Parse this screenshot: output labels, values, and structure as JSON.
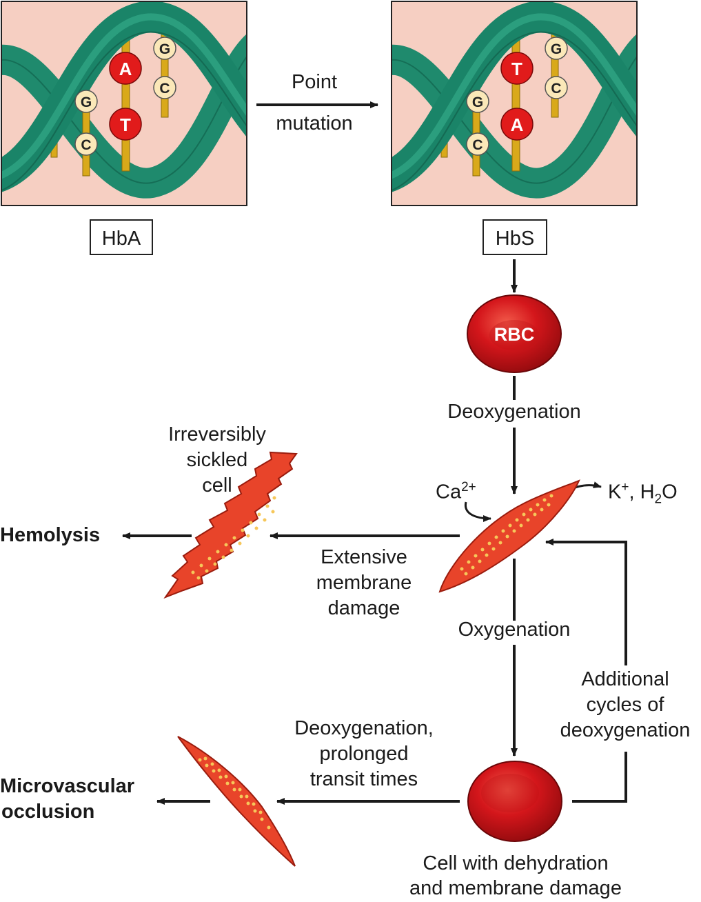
{
  "dna_left": {
    "bases_left_strand": [
      "G",
      "C"
    ],
    "bases_pair": [
      "A",
      "T"
    ],
    "bases_right_strand": [
      "G",
      "C"
    ],
    "label": "HbA"
  },
  "dna_right": {
    "bases_left_strand": [
      "G",
      "C"
    ],
    "bases_pair": [
      "T",
      "A"
    ],
    "bases_right_strand": [
      "G",
      "C"
    ],
    "label": "HbS"
  },
  "mutation": {
    "line1": "Point",
    "line2": "mutation"
  },
  "rbc": {
    "label": "RBC"
  },
  "deoxygenation": "Deoxygenation",
  "ion_in": {
    "ion": "Ca",
    "sup": "2+"
  },
  "ion_out": {
    "k": "K",
    "k_sup": "+",
    "rest": ", H",
    "sub": "2",
    "o": "O"
  },
  "irreversible": {
    "line1": "Irreversibly",
    "line2": "sickled",
    "line3": "cell"
  },
  "hemolysis": "Hemolysis",
  "extensive": {
    "line1": "Extensive",
    "line2": "membrane",
    "line3": "damage"
  },
  "oxygenation": "Oxygenation",
  "additional": {
    "line1": "Additional",
    "line2": "cycles of",
    "line3": "deoxygenation"
  },
  "deoxy_prolonged": {
    "line1": "Deoxygenation,",
    "line2": "prolonged",
    "line3": "transit times"
  },
  "microvascular": {
    "line1": "Microvascular",
    "line2": "occlusion"
  },
  "dehydrated_cell": {
    "line1": "Cell with dehydration",
    "line2": "and membrane damage"
  },
  "colors": {
    "dna_bg": "#f6cfc2",
    "helix": "#1a8468",
    "helix_light": "#2fa684",
    "rung": "#d9a91a",
    "base_red": "#e11b1b",
    "base_cream": "#fbe8b8",
    "rbc": "#d4161b",
    "sickle": "#e8442a",
    "sickle_dots": "#f6c75a"
  }
}
